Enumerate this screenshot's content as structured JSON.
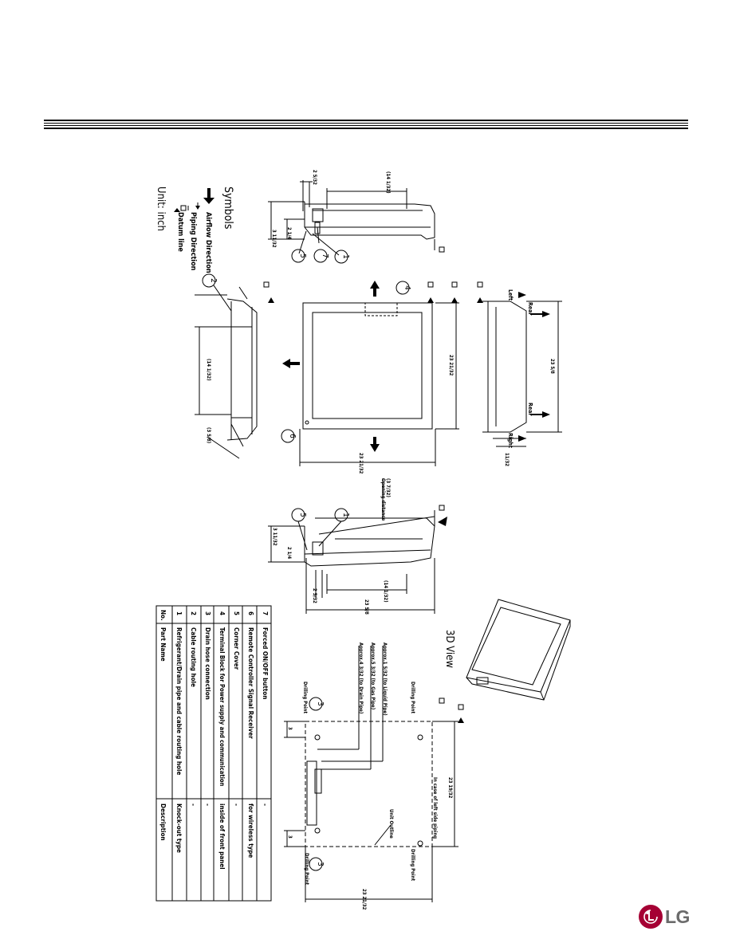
{
  "legend": {
    "title": "Symbols",
    "airflow": "Airflow Direction",
    "piping": "Piping Direction",
    "datum": "Datum line",
    "unit": "Unit: inch"
  },
  "views": {
    "three_d": "3D View",
    "opening_distance": "Opening distance",
    "left": "Left",
    "right": "Right",
    "rear": "Rear",
    "drilling_point": "Drilling Point",
    "unit_outline": "Unit Outline",
    "left_piping": "In case of left side piping",
    "liquid": "Approx.1 5/32 (to Liquid Pipe)",
    "gas": "Approx.5 3/32 (to Gas Pipe)",
    "drain": "Approx.4 3/32 (to Drain Pipe)"
  },
  "dimensions": {
    "d23_5_8": "23 5/8",
    "d23_19_32": "23 19/32",
    "d23_21_32": "23 21/32",
    "d14_1_32": "(14 1/32)",
    "d3_7_32": "(3 7/32)",
    "d3_5_8": "(3 5/8)",
    "d2_5_32": "2 5/32",
    "d3_11_32": "3 11/32",
    "d2_1_4": "2 1/4",
    "d3": "3",
    "d11_32": "11/32"
  },
  "parts": {
    "headers": [
      "No.",
      "Part Name",
      "Description"
    ],
    "rows": [
      [
        "7",
        "Forced ON/OFF button",
        "-"
      ],
      [
        "6",
        "Remote Controller Signal Receiver",
        "for wireless type"
      ],
      [
        "5",
        "Corner Cover",
        "-"
      ],
      [
        "4",
        "Terminal Block for Power supply and communication",
        "inside of front panel"
      ],
      [
        "3",
        "Drain hose connection",
        "-"
      ],
      [
        "2",
        "Cable routing hole",
        "-"
      ],
      [
        "1",
        "Refrigerant/Drain pipe and cable routing hole",
        "Knock-out type"
      ]
    ]
  },
  "brand": "LG"
}
